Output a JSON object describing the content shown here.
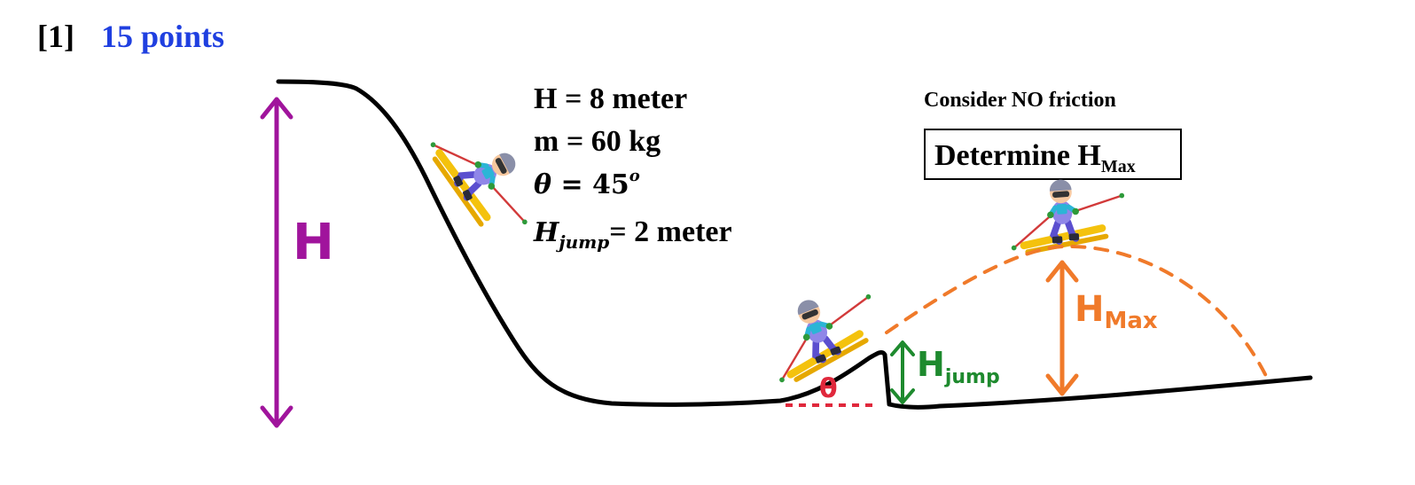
{
  "header": {
    "number": "[1]",
    "points": "15 points"
  },
  "given": {
    "h_line": "H = 8 meter",
    "m_line": "m = 60 kg",
    "theta_symbol": "θ",
    "theta_eq": " = 45",
    "theta_sup": "o",
    "hjump_base": "H",
    "hjump_sub": "jump",
    "hjump_rest": "= 2 meter"
  },
  "note": "Consider NO friction",
  "task": {
    "text": "Determine H",
    "sub": "Max"
  },
  "labels": {
    "h": "H",
    "hjump_base": "H",
    "hjump_sub": "jump",
    "hmax_base": "H",
    "hmax_sub": "Max",
    "theta": "θ"
  },
  "colors": {
    "accent_blue": "#1f3fe0",
    "magenta": "#a0149c",
    "green": "#1e8a2e",
    "orange": "#f07a2a",
    "red": "#e0283c",
    "ski_yellow": "#f4c20d",
    "suit": "#8f86e8",
    "pole": "#d23a3a"
  },
  "icons": [
    "skier-icon",
    "double-arrow-icon"
  ]
}
